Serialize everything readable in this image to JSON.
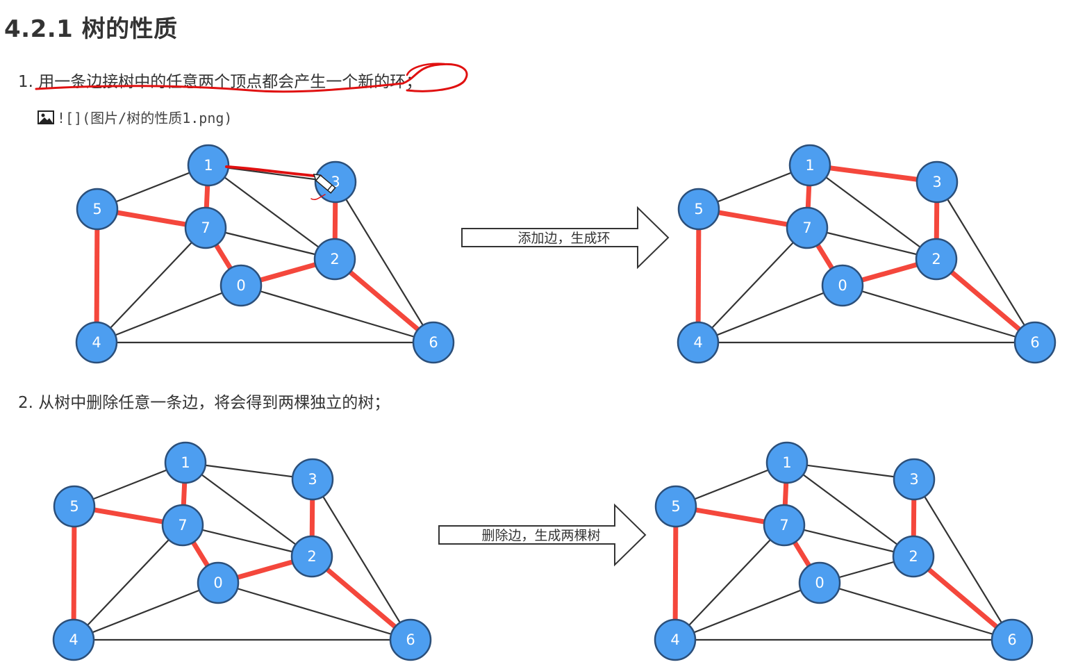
{
  "title": "4.2.1 树的性质",
  "items": [
    {
      "label": "1. 用一条边接树中的任意两个顶点都会产生一个新的环；"
    },
    {
      "label": "2. 从树中删除任意一条边，将会得到两棵独立的树；"
    }
  ],
  "image_ref": {
    "text": "![](图片/树的性质1.png)",
    "icon": "image-icon"
  },
  "arrows": [
    {
      "label": "添加边，生成环"
    },
    {
      "label": "删除边，生成两棵树"
    }
  ],
  "graph": {
    "nodes": [
      "1",
      "3",
      "5",
      "7",
      "2",
      "0",
      "4",
      "6"
    ],
    "edges": [
      [
        "5",
        "1"
      ],
      [
        "1",
        "3"
      ],
      [
        "1",
        "7"
      ],
      [
        "1",
        "2"
      ],
      [
        "3",
        "2"
      ],
      [
        "3",
        "6"
      ],
      [
        "5",
        "7"
      ],
      [
        "5",
        "4"
      ],
      [
        "7",
        "0"
      ],
      [
        "7",
        "2"
      ],
      [
        "7",
        "4"
      ],
      [
        "0",
        "2"
      ],
      [
        "0",
        "4"
      ],
      [
        "0",
        "6"
      ],
      [
        "2",
        "6"
      ],
      [
        "4",
        "6"
      ]
    ],
    "tree_edges_original": [
      [
        "1",
        "7"
      ],
      [
        "5",
        "7"
      ],
      [
        "5",
        "4"
      ],
      [
        "7",
        "0"
      ],
      [
        "0",
        "2"
      ],
      [
        "3",
        "2"
      ],
      [
        "2",
        "6"
      ]
    ],
    "tree_edges_added": [
      [
        "1",
        "7"
      ],
      [
        "1",
        "3"
      ],
      [
        "5",
        "7"
      ],
      [
        "5",
        "4"
      ],
      [
        "7",
        "0"
      ],
      [
        "0",
        "2"
      ],
      [
        "3",
        "2"
      ],
      [
        "2",
        "6"
      ]
    ],
    "tree_edges_removed": [
      [
        "1",
        "7"
      ],
      [
        "5",
        "7"
      ],
      [
        "5",
        "4"
      ],
      [
        "7",
        "0"
      ],
      [
        "3",
        "2"
      ],
      [
        "2",
        "6"
      ]
    ]
  },
  "colors": {
    "node_fill": "#4d9ef0",
    "node_stroke": "#2b4f7a",
    "tree_edge": "#f4473c",
    "edge": "#333333",
    "annotation": "#e01010"
  }
}
